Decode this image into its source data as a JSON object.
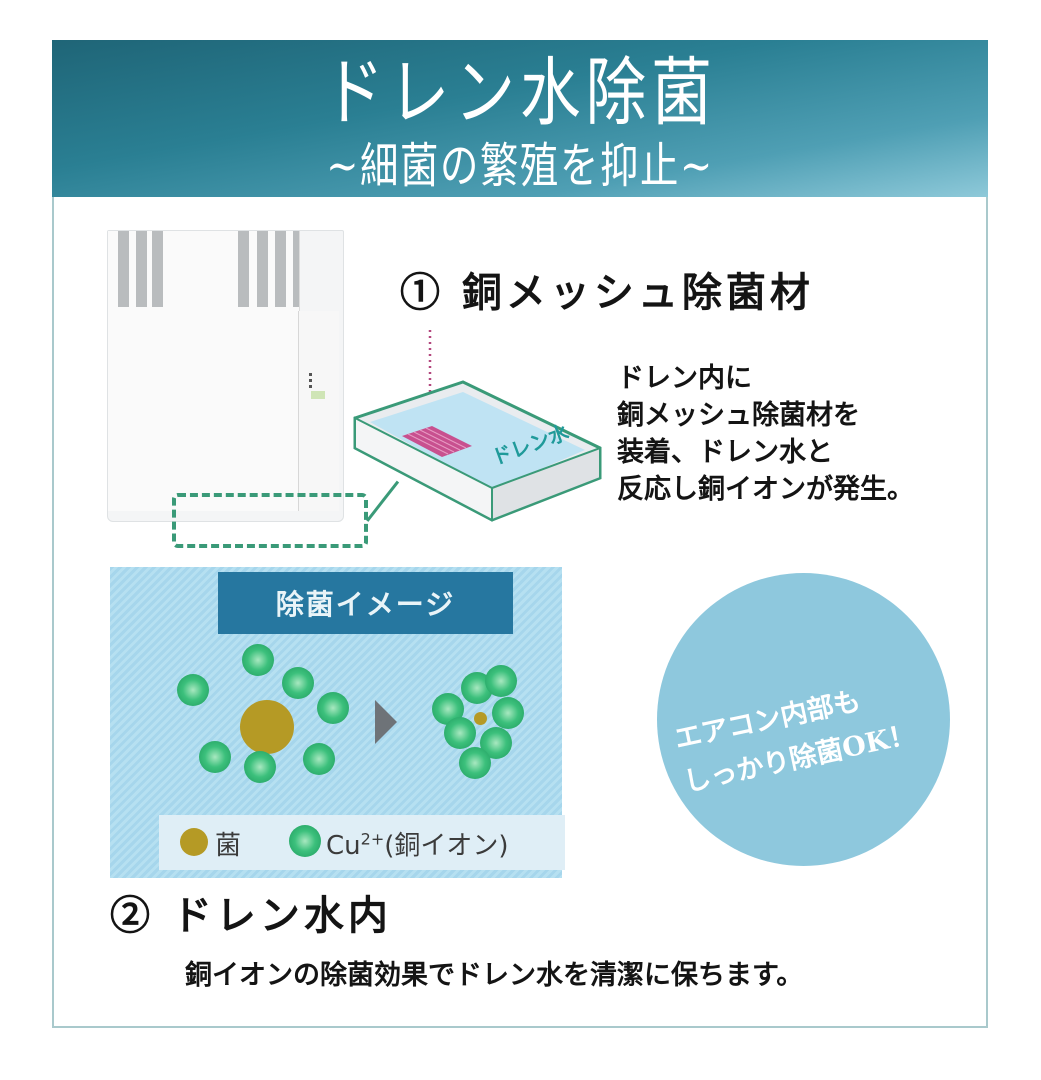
{
  "header": {
    "title": "ドレン水除菌",
    "subtitle": "~細菌の繁殖を抑止~",
    "gradient_colors": [
      "#1f6577",
      "#2a7f93",
      "#4f9fb4",
      "#8ec9d9"
    ]
  },
  "section1": {
    "title": "① 銅メッシュ除菌材",
    "description_lines": [
      "ドレン内に",
      "銅メッシュ除菌材を",
      "装着、ドレン水と",
      "反応し銅イオンが発生。"
    ],
    "tray_label": "ドレン水"
  },
  "sterilization_image": {
    "label": "除菌イメージ",
    "legend": {
      "germ_label": "菌",
      "ion_label_prefix": "Cu",
      "ion_superscript": "2+",
      "ion_label_suffix": "(銅イオン)"
    },
    "colors": {
      "label_bg": "#2677a0",
      "ion": "#3cc07c",
      "germ": "#b59a25",
      "arrow": "#6e7378"
    }
  },
  "bubble": {
    "lines": [
      "エアコン内部も",
      "しっかり除菌OK！"
    ],
    "color": "#8ec8dd"
  },
  "section2": {
    "title": "② ドレン水内",
    "description": "銅イオンの除菌効果でドレン水を清潔に保ちます。"
  }
}
